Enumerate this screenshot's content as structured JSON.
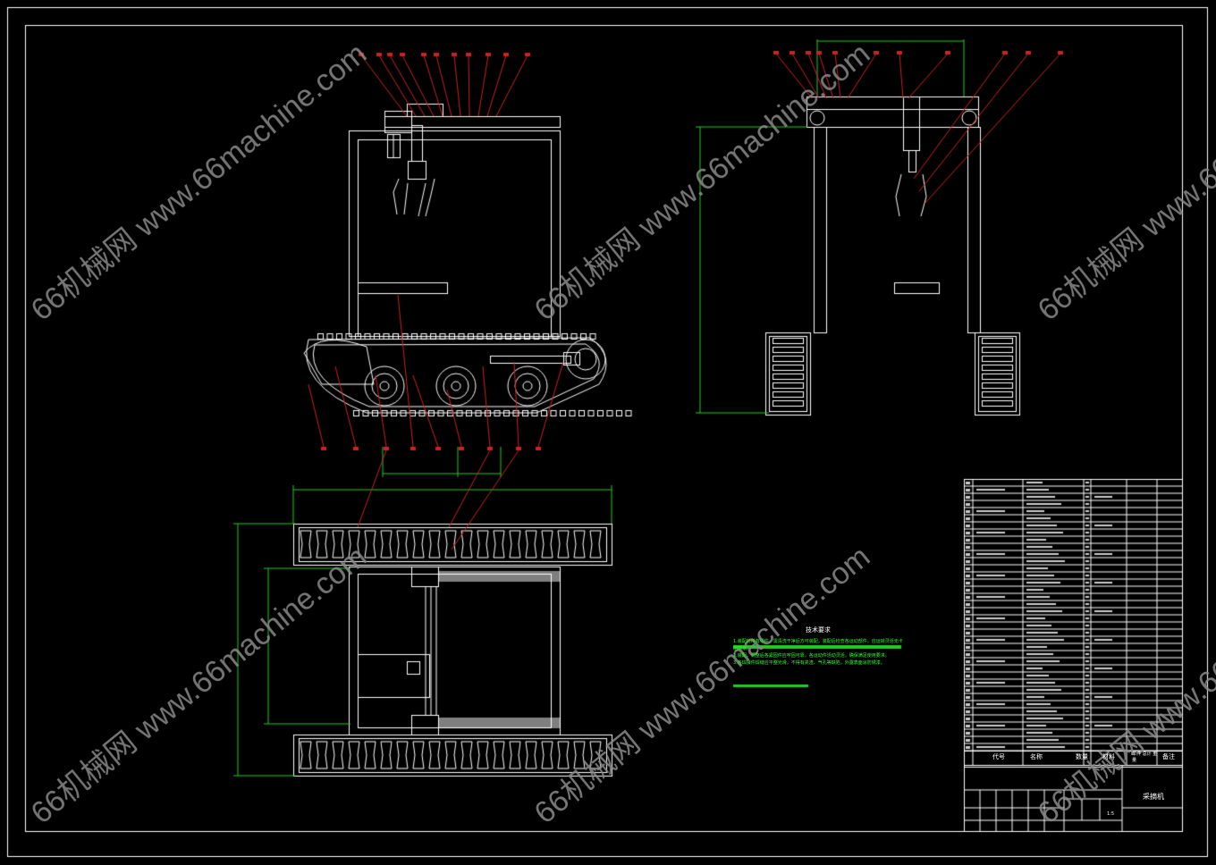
{
  "watermark": {
    "text": "66机械网 www.66machine.com",
    "color": "#8a8a8a"
  },
  "drawing": {
    "background": "#000000",
    "frame_color": "#ffffff",
    "part_line_color": "#ffffff",
    "leader_color": "#cc2222",
    "dimension_color": "#22cc22",
    "title_block": {
      "header_code": "代号",
      "header_name": "名称",
      "header_qty": "数量",
      "header_material": "材料",
      "header_weight": "单件 总计 重量",
      "header_remark": "备注",
      "drawing_name": "采摘机",
      "scale": "1:5"
    }
  },
  "tech_notes": {
    "title": "技术要求",
    "lines": [
      "1.装配前所有零件，需清洗干净后方可装配，装配后检查各运动部件，应运转灵活无卡阻现象。",
      "2.装配，调整后各紧固件应牢固可靠，各运动件活动灵活，确保满足使用要求。",
      "3.各焊接件焊缝应平整光滑，不得有夹渣、气孔等缺陷，外露表面涂防锈漆。"
    ]
  }
}
